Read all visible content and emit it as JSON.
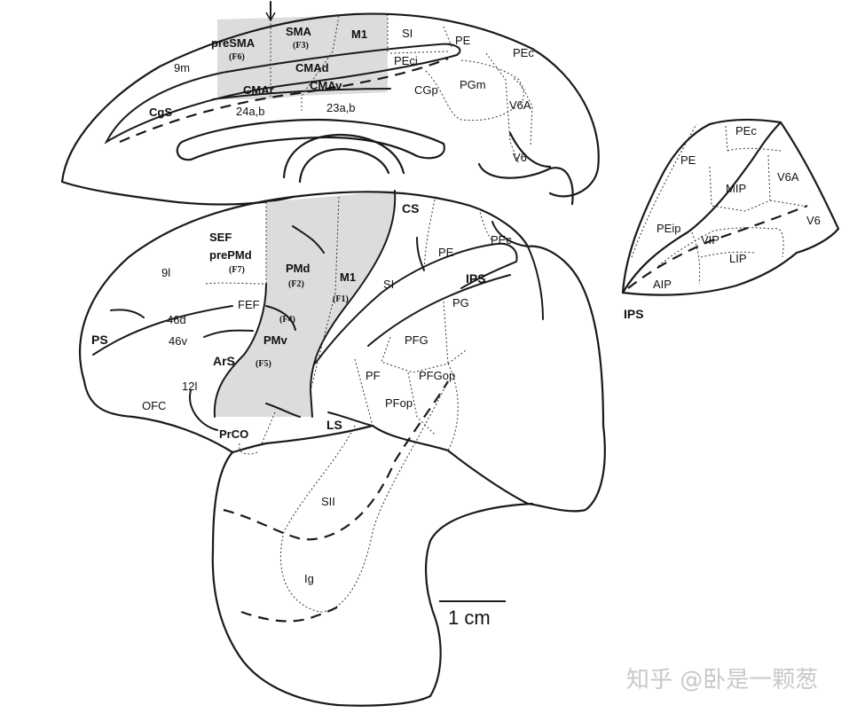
{
  "medial": {
    "presma": "preSMA",
    "f6": "(F6)",
    "sma": "SMA",
    "f3": "(F3)",
    "m1": "M1",
    "si": "SI",
    "pe": "PE",
    "pec": "PEc",
    "peci": "PEci",
    "nine_m": "9m",
    "cmad": "CMAd",
    "cmar": "CMAr",
    "cmav": "CMAv",
    "cgp": "CGp",
    "pgm": "PGm",
    "v6a": "V6A",
    "v6": "V6",
    "cgs": "CgS",
    "a24": "24a,b",
    "a23": "23a,b"
  },
  "lateral": {
    "cs": "CS",
    "sef": "SEF",
    "prepmd": "prePMd",
    "f7": "(F7)",
    "nine_l": "9l",
    "pmd": "PMd",
    "f2": "(F2)",
    "m1": "M1",
    "f1": "(F1)",
    "si": "SI",
    "pe": "PE",
    "pec": "PEc",
    "ips": "IPS",
    "pg": "PG",
    "fef": "FEF",
    "f4": "(F4)",
    "a46d": "46d",
    "a46v": "46v",
    "ps": "PS",
    "pmv": "PMv",
    "f5": "(F5)",
    "ars": "ArS",
    "pfg": "PFG",
    "pf": "PF",
    "pfgop": "PFGop",
    "a12l": "12l",
    "ofc": "OFC",
    "pfop": "PFop",
    "ls": "LS",
    "prco": "PrCO",
    "sii": "SII",
    "ig": "Ig"
  },
  "ips_inset": {
    "pec": "PEc",
    "pe": "PE",
    "v6a": "V6A",
    "mip": "MIP",
    "peip": "PEip",
    "vip": "VIP",
    "v6": "V6",
    "lip": "LIP",
    "aip": "AIP",
    "ips": "IPS"
  },
  "scale_bar": "1 cm",
  "watermark": "知乎 @卧是一颗葱",
  "colors": {
    "highlight": "#dcdcdc",
    "line": "#1a1a1a"
  }
}
